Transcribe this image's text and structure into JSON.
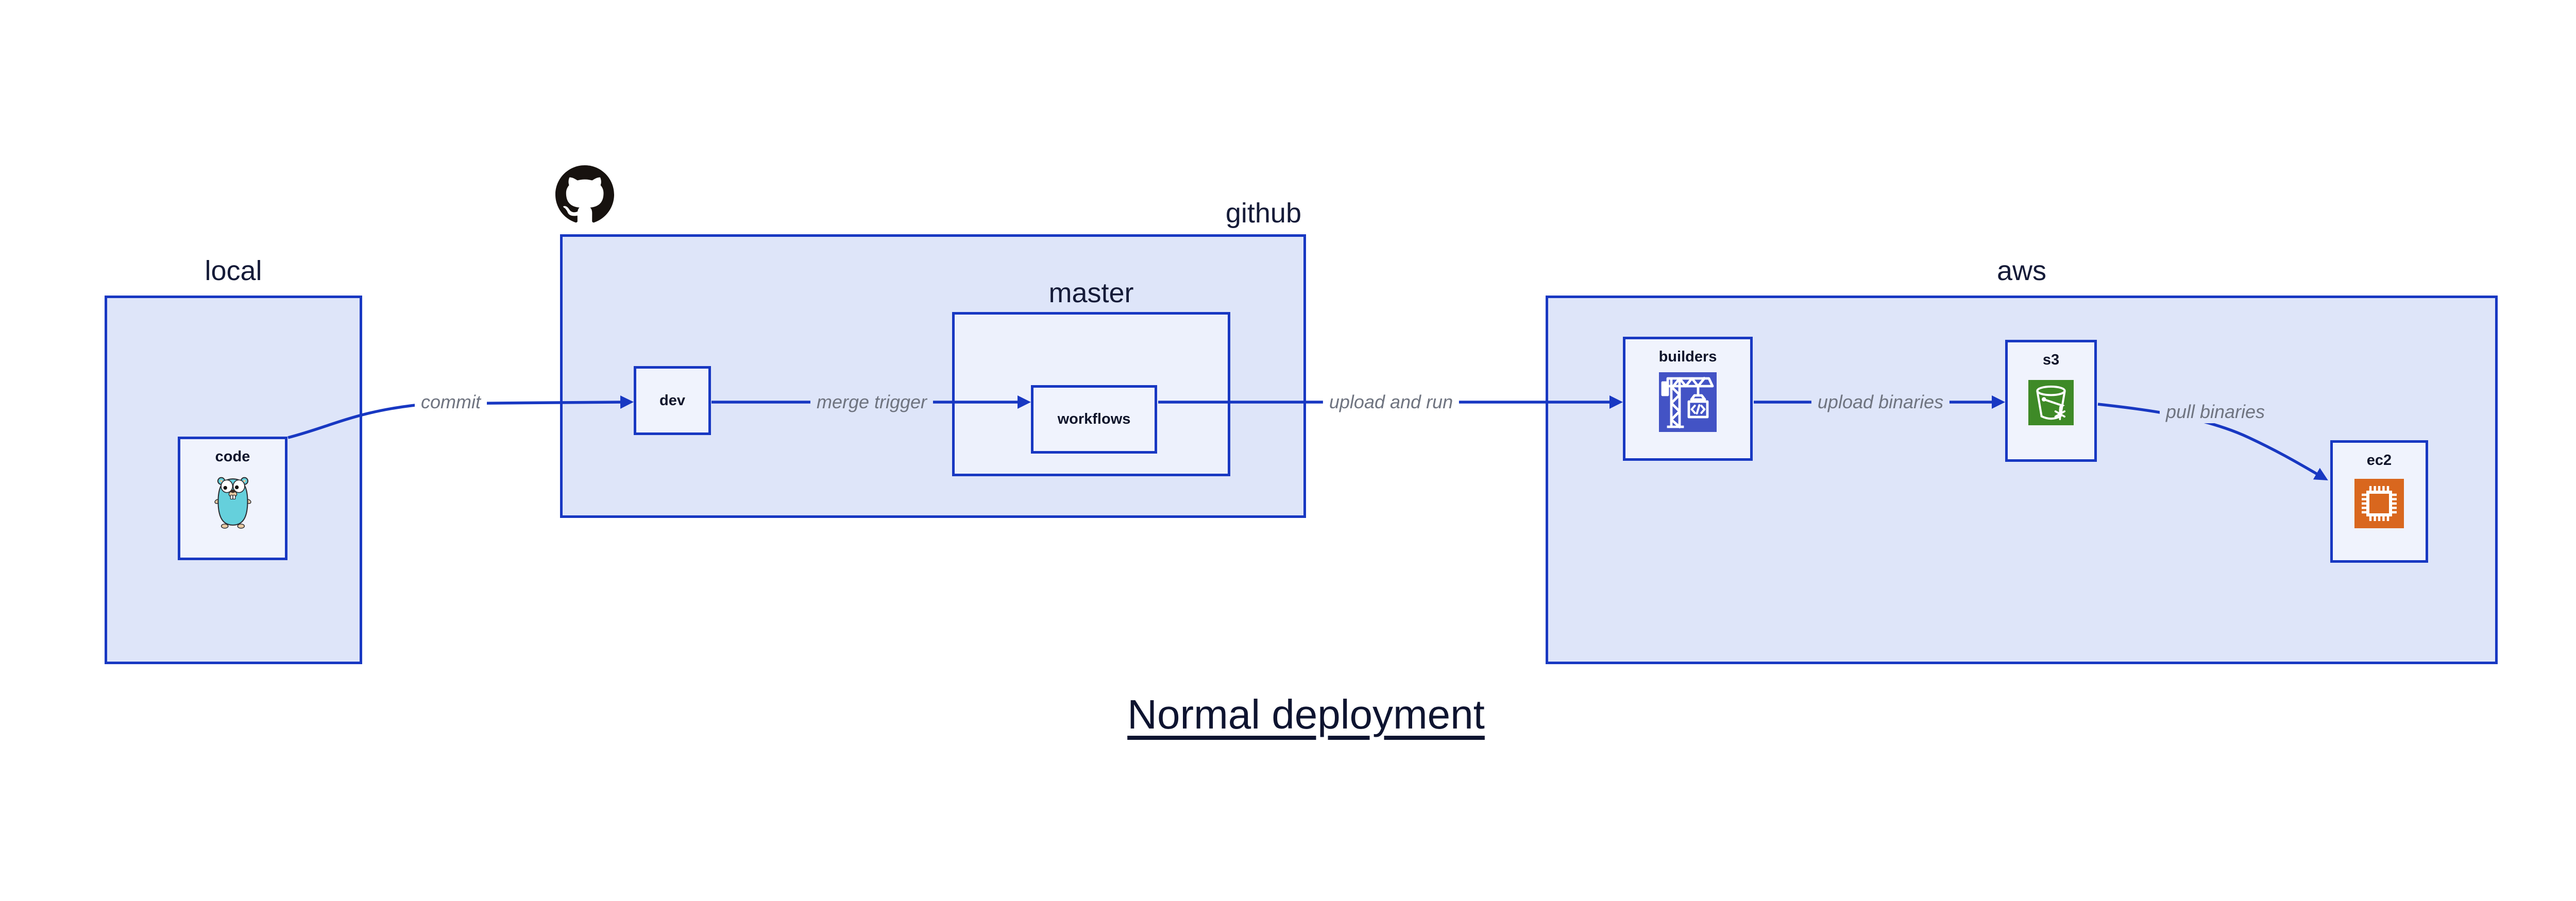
{
  "title": {
    "text": "Normal deployment"
  },
  "groups": {
    "local": {
      "label": "local"
    },
    "github": {
      "label": "github"
    },
    "master": {
      "label": "master"
    },
    "aws": {
      "label": "aws"
    }
  },
  "nodes": {
    "code": {
      "label": "code",
      "icon": "go-gopher-icon"
    },
    "dev": {
      "label": "dev"
    },
    "workflows": {
      "label": "workflows"
    },
    "builders": {
      "label": "builders",
      "icon": "codebuild-crane-icon"
    },
    "s3": {
      "label": "s3",
      "icon": "s3-bucket-icon"
    },
    "ec2": {
      "label": "ec2",
      "icon": "ec2-chip-icon"
    }
  },
  "edges": {
    "commit": {
      "label": "commit"
    },
    "merge_trigger": {
      "label": "merge trigger"
    },
    "upload_and_run": {
      "label": "upload and run"
    },
    "upload_binaries": {
      "label": "upload binaries"
    },
    "pull_binaries": {
      "label": "pull binaries"
    }
  },
  "icons": {
    "github_logo": "github-octocat-icon"
  },
  "colors": {
    "border-blue": "#1838c2",
    "fill-outer": "#dee5f9",
    "fill-master": "#edf1fc",
    "fill-node": "#f0f3fd",
    "text-navy": "#151b38",
    "edge-label-gray": "#6f7480",
    "builders-icon-bg": "#4353c5",
    "s3-icon-bg": "#3e8a27",
    "ec2-icon-bg": "#d9671e",
    "gopher-teal": "#65d0dc",
    "octocat-black": "#17120f",
    "canvas-bg": "#ffffff"
  }
}
